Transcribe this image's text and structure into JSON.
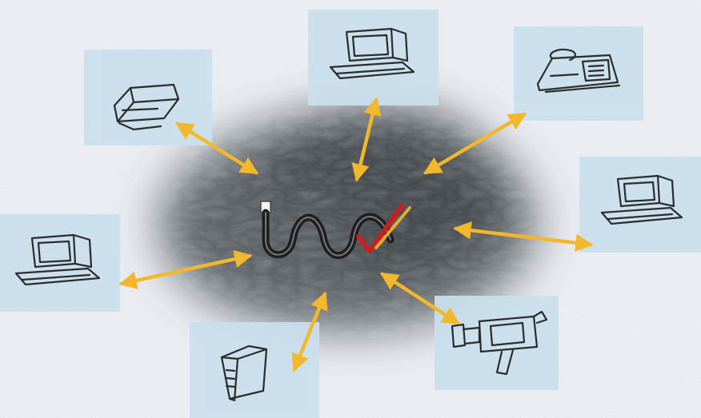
{
  "scene": {
    "background_color": "#eef1f6",
    "tile_color": "#c9e0ec",
    "arrow_color": "#f2b72a",
    "center_glow_color": "#5a5e62",
    "cable_color": "#1f1f22",
    "check_color": "#c8201f",
    "check_accent_color": "#f2b72a"
  },
  "hub": {
    "icon": "wave-cable-with-checkmark-icon"
  },
  "devices": [
    {
      "name": "printer-device",
      "icon": "printer-icon"
    },
    {
      "name": "desktop-top-device",
      "icon": "desktop-computer-icon"
    },
    {
      "name": "phone-device",
      "icon": "telephone-icon"
    },
    {
      "name": "desktop-right-device",
      "icon": "desktop-computer-icon"
    },
    {
      "name": "desktop-left-device",
      "icon": "desktop-computer-icon"
    },
    {
      "name": "server-device",
      "icon": "tower-server-icon"
    },
    {
      "name": "camcorder-device",
      "icon": "video-camera-icon"
    }
  ]
}
